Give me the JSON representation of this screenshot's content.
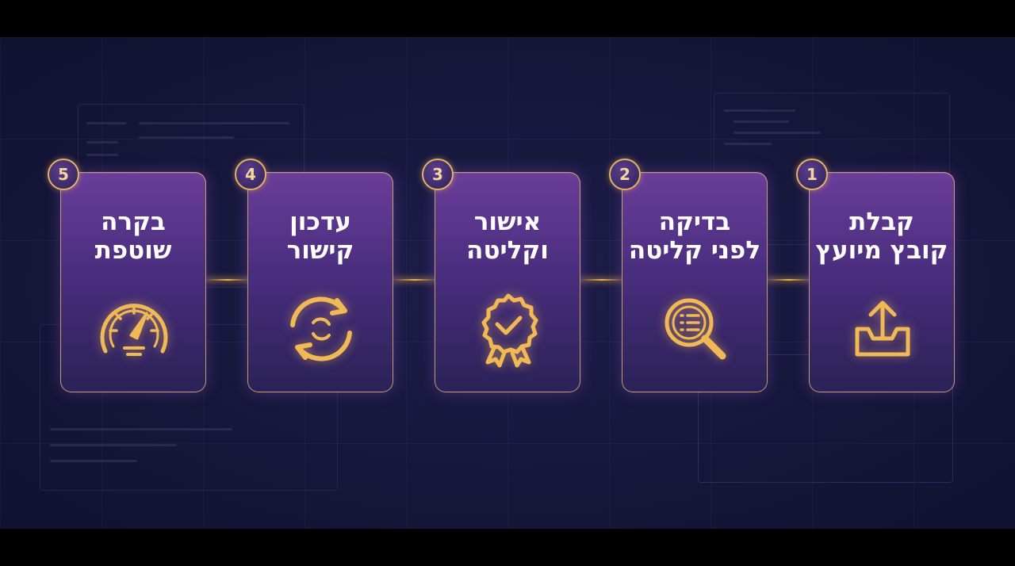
{
  "steps": [
    {
      "number": "1",
      "title_line1": "קבלת",
      "title_line2": "קובץ מיועץ",
      "icon": "upload-tray-icon"
    },
    {
      "number": "2",
      "title_line1": "בדיקה",
      "title_line2": "לפני קליטה",
      "icon": "magnifier-list-icon"
    },
    {
      "number": "3",
      "title_line1": "אישור",
      "title_line2": "וקליטה",
      "icon": "approval-badge-icon"
    },
    {
      "number": "4",
      "title_line1": "עדכון",
      "title_line2": "קישור",
      "icon": "sync-arrows-icon"
    },
    {
      "number": "5",
      "title_line1": "בקרה",
      "title_line2": "שוטפת",
      "icon": "speedometer-gauge-icon"
    }
  ],
  "colors": {
    "accent": "#e8b14a",
    "card_top": "#6a3d99",
    "card_bottom": "#2a2257",
    "background": "#17173b"
  }
}
